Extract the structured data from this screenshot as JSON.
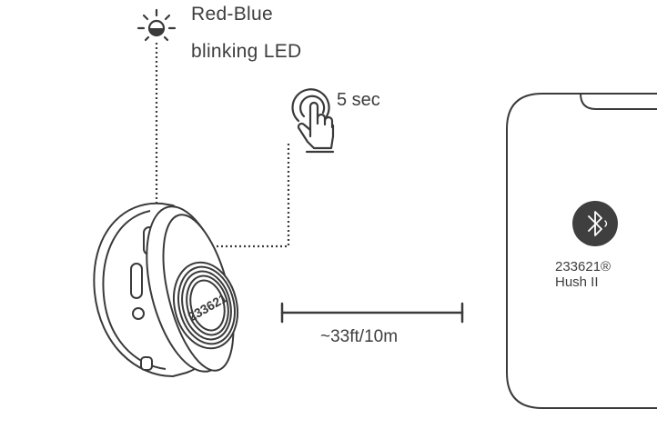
{
  "led": {
    "line1": "Red-Blue",
    "line2": "blinking LED",
    "icon": "half-sun-led-icon"
  },
  "press": {
    "duration": "5 sec",
    "icon": "finger-press-icon"
  },
  "range": {
    "label": "~33ft/10m"
  },
  "earbud": {
    "logo_text": "233621"
  },
  "phone": {
    "bluetooth_icon": "bluetooth-icon",
    "device_id": "233621®",
    "device_name": "Hush II"
  },
  "colors": {
    "line": "#3a3a3a",
    "bluetooth_badge": "#3f3f3f",
    "background": "#ffffff"
  }
}
